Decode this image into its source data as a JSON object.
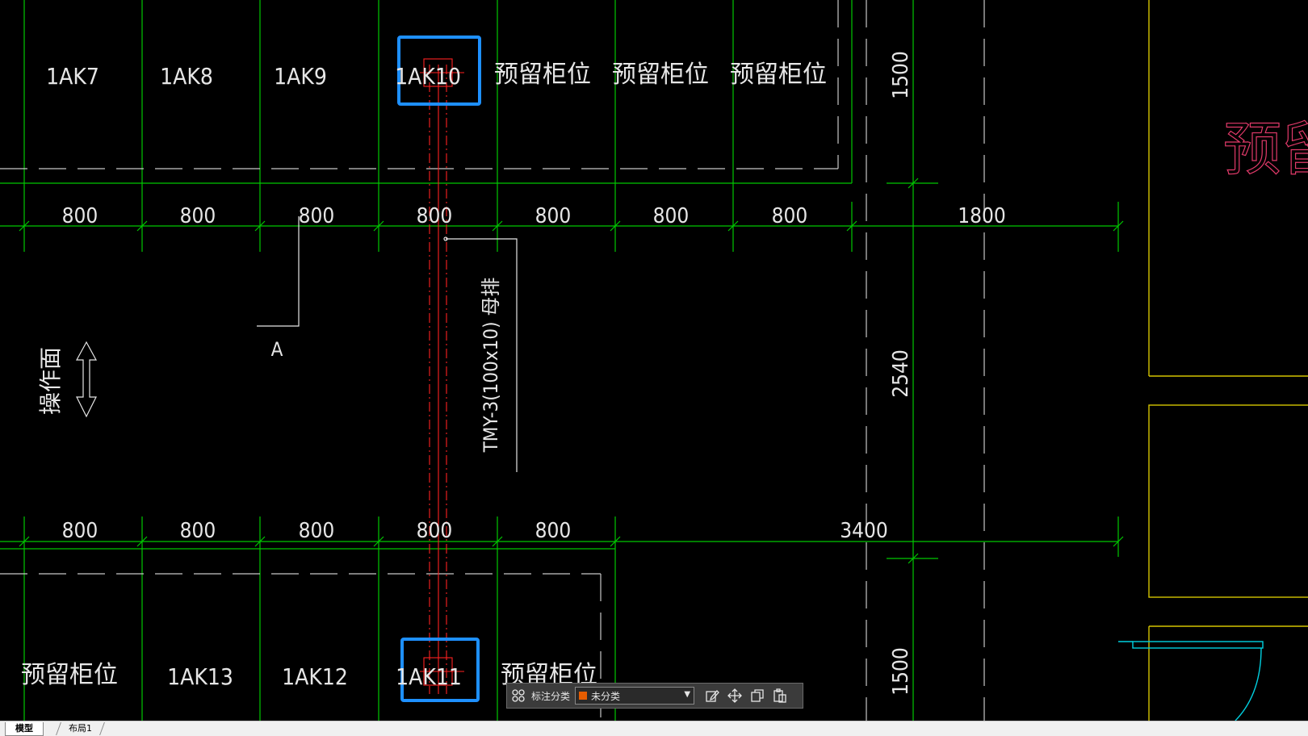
{
  "drawing": {
    "top_row_cabinets": [
      "1AK7",
      "1AK8",
      "1AK9",
      "1AK10",
      "预留柜位",
      "预留柜位",
      "预留柜位"
    ],
    "bottom_row_cabinets": [
      "预留柜位",
      "1AK13",
      "1AK12",
      "1AK11",
      "预留柜位"
    ],
    "top_dimensions": [
      "800",
      "800",
      "800",
      "800",
      "800",
      "800",
      "800",
      "1800"
    ],
    "bottom_dimensions": [
      "800",
      "800",
      "800",
      "800",
      "800",
      "3400"
    ],
    "vertical_dimensions": [
      "1500",
      "2540",
      "1500"
    ],
    "section_label": "A",
    "operation_face": "操作面",
    "busbar_label": "TMY-3(100x10) 母排",
    "partial_label": "预留",
    "colors": {
      "background": "#000000",
      "grid": "#00c800",
      "text": "#e6e6e6",
      "busbar": "#ff2020",
      "highlight": "#1e90ff",
      "room": "#d4c400",
      "partial_text": "#e23a6a",
      "door": "#00d0e0"
    }
  },
  "toolbar": {
    "grid_icon": "grid-icon",
    "label": "标注分类",
    "select_value": "未分类",
    "select_color": "#e65c00",
    "actions": [
      "edit-icon",
      "move-icon",
      "copy-icon",
      "paste-icon"
    ]
  },
  "tabs": [
    {
      "label": "模型",
      "active": true
    },
    {
      "label": "布局1",
      "active": false
    }
  ]
}
